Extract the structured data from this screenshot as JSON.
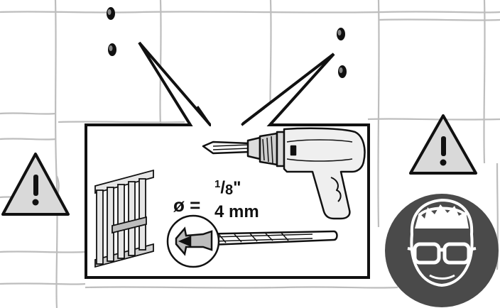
{
  "spec": {
    "diameter_symbol": "ø =",
    "imperial_numerator": "1",
    "imperial_denominator": "8",
    "imperial_unit": "\"",
    "metric": "4 mm"
  },
  "icons": [
    "warning-triangle-icon",
    "warning-triangle-icon",
    "safety-goggles-icon",
    "drill-icon",
    "wall-dowel-hole-icon",
    "drill-bit-icon",
    "railing-icon"
  ],
  "colors": {
    "line": "#111111",
    "tile_grid": "#bfbfbf",
    "warning_fill": "#d9d9d9",
    "goggles_badge": "#4a4a4a",
    "drill_body": "#efefef"
  }
}
